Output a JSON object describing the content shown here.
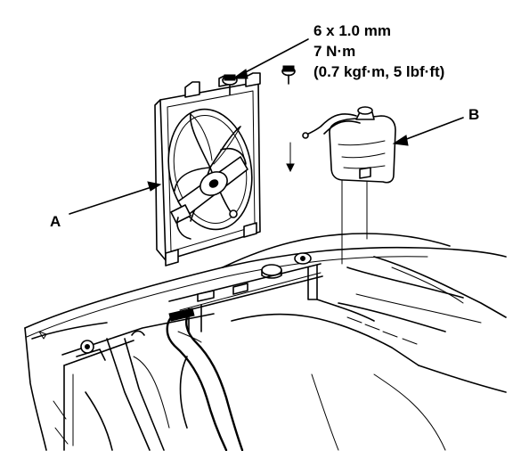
{
  "specification": {
    "line1": "6 x 1.0 mm",
    "line2": "7 N·m",
    "line3": "(0.7 kgf·m, 5 lbf·ft)"
  },
  "callouts": {
    "a": "A",
    "b": "B"
  }
}
